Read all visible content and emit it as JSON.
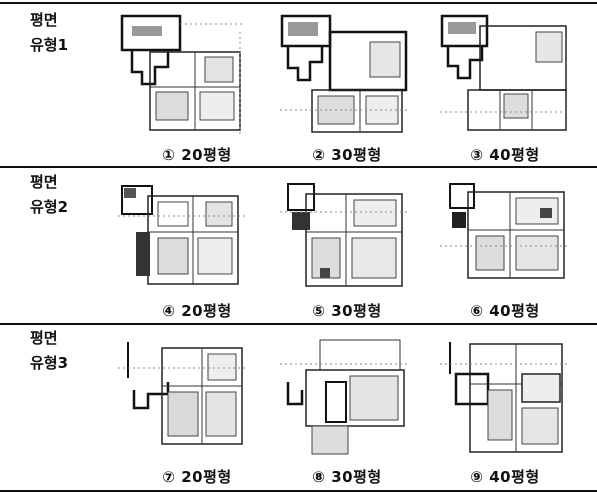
{
  "rows": [
    {
      "label_line1": "평면",
      "label_line2": "유형1",
      "items": [
        {
          "caption": "① 20평형"
        },
        {
          "caption": "② 30평형"
        },
        {
          "caption": "③ 40평형"
        }
      ]
    },
    {
      "label_line1": "평면",
      "label_line2": "유형2",
      "items": [
        {
          "caption": "④ 20평형"
        },
        {
          "caption": "⑤ 30평형"
        },
        {
          "caption": "⑥ 40평형"
        }
      ]
    },
    {
      "label_line1": "평면",
      "label_line2": "유형3",
      "items": [
        {
          "caption": "⑦ 20평형"
        },
        {
          "caption": "⑧ 30평형"
        },
        {
          "caption": "⑨ 40평형"
        }
      ]
    }
  ]
}
